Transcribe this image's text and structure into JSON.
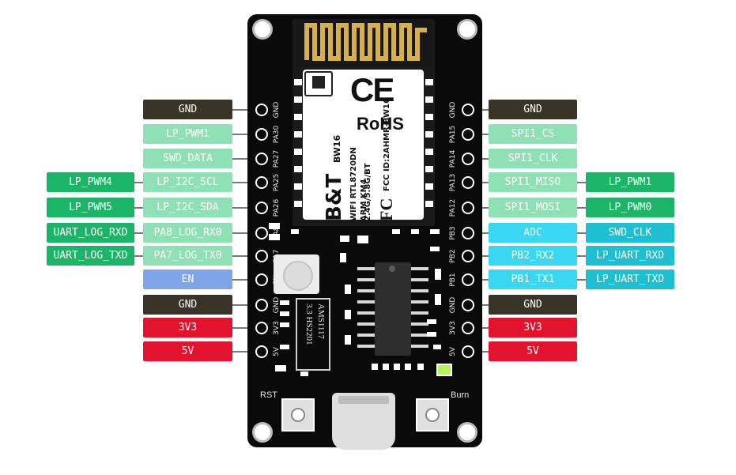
{
  "module": {
    "brand": "B&T",
    "model": "BW16",
    "lines": [
      "WIFI RTL8720DN",
      "ARM KM4",
      "2.4G/5.8G/BT"
    ],
    "fcc_line": "FCC ID:2AHMR-BW16",
    "ce_mark": "CE",
    "rohs": "RoHS",
    "fc_mark": "FC"
  },
  "regulator": {
    "line1": "AMS1117",
    "line2": "3.3 HS2201"
  },
  "buttons": {
    "rst": "RST",
    "burn": "Burn"
  },
  "left_pins": [
    {
      "pin": "GND",
      "label": "GND",
      "tone": "gnd",
      "alts": []
    },
    {
      "pin": "PA30",
      "label": "LP_PWM1",
      "tone": "lt",
      "alts": []
    },
    {
      "pin": "PA27",
      "label": "SWD_DATA",
      "tone": "lt",
      "alts": []
    },
    {
      "pin": "PA25",
      "label": "LP_I2C_SCL",
      "tone": "lt",
      "alts": [
        {
          "label": "LP_PWM4",
          "tone": "dk"
        }
      ]
    },
    {
      "pin": "PA26",
      "label": "LP_I2C_SDA",
      "tone": "lt",
      "alts": [
        {
          "label": "LP_PWM5",
          "tone": "dk"
        }
      ]
    },
    {
      "pin": "PA8",
      "label": "PA8_LOG_RX0",
      "tone": "lt",
      "alts": [
        {
          "label": "UART_LOG_RXD",
          "tone": "dk"
        }
      ]
    },
    {
      "pin": "PA7",
      "label": "PA7_LOG_TX0",
      "tone": "lt",
      "alts": [
        {
          "label": "UART_LOG_TXD",
          "tone": "dk"
        }
      ]
    },
    {
      "pin": "EN",
      "label": "EN",
      "tone": "en",
      "alts": []
    },
    {
      "pin": "GND",
      "label": "GND",
      "tone": "gnd",
      "alts": []
    },
    {
      "pin": "3V3",
      "label": "3V3",
      "tone": "pwr",
      "alts": []
    },
    {
      "pin": "5V",
      "label": "5V",
      "tone": "pwr",
      "alts": []
    }
  ],
  "right_pins": [
    {
      "pin": "GND",
      "label": "GND",
      "tone": "gnd",
      "alts": []
    },
    {
      "pin": "PA15",
      "label": "SPI1_CS",
      "tone": "lt",
      "alts": []
    },
    {
      "pin": "PA14",
      "label": "SPI1_CLK",
      "tone": "lt",
      "alts": []
    },
    {
      "pin": "PA13",
      "label": "SPI1_MISO",
      "tone": "lt",
      "alts": [
        {
          "label": "LP_PWM1",
          "tone": "dk"
        }
      ]
    },
    {
      "pin": "PA12",
      "label": "SPI1_MOSI",
      "tone": "lt",
      "alts": [
        {
          "label": "LP_PWM0",
          "tone": "dk"
        }
      ]
    },
    {
      "pin": "PB3",
      "label": "ADC",
      "tone": "cy",
      "alts": [
        {
          "label": "SWD_CLK",
          "tone": "cyd"
        }
      ]
    },
    {
      "pin": "PB2",
      "label": "PB2_RX2",
      "tone": "cy",
      "alts": [
        {
          "label": "LP_UART_RXD",
          "tone": "cyd"
        }
      ]
    },
    {
      "pin": "PB1",
      "label": "PB1_TX1",
      "tone": "cy",
      "alts": [
        {
          "label": "LP_UART_TXD",
          "tone": "cyd"
        }
      ]
    },
    {
      "pin": "GND",
      "label": "GND",
      "tone": "gnd",
      "alts": []
    },
    {
      "pin": "3V3",
      "label": "3V3",
      "tone": "pwr",
      "alts": []
    },
    {
      "pin": "5V",
      "label": "5V",
      "tone": "pwr",
      "alts": []
    }
  ],
  "colors": {
    "gnd": "#3a3328",
    "power": "#e2132c",
    "enable": "#7fa5e8",
    "gpio_primary": "#8fe0b4",
    "gpio_alt": "#1cb568",
    "adc_primary": "#3ad7f2",
    "adc_alt": "#1ebfd1",
    "board": "#0a0a0a"
  }
}
